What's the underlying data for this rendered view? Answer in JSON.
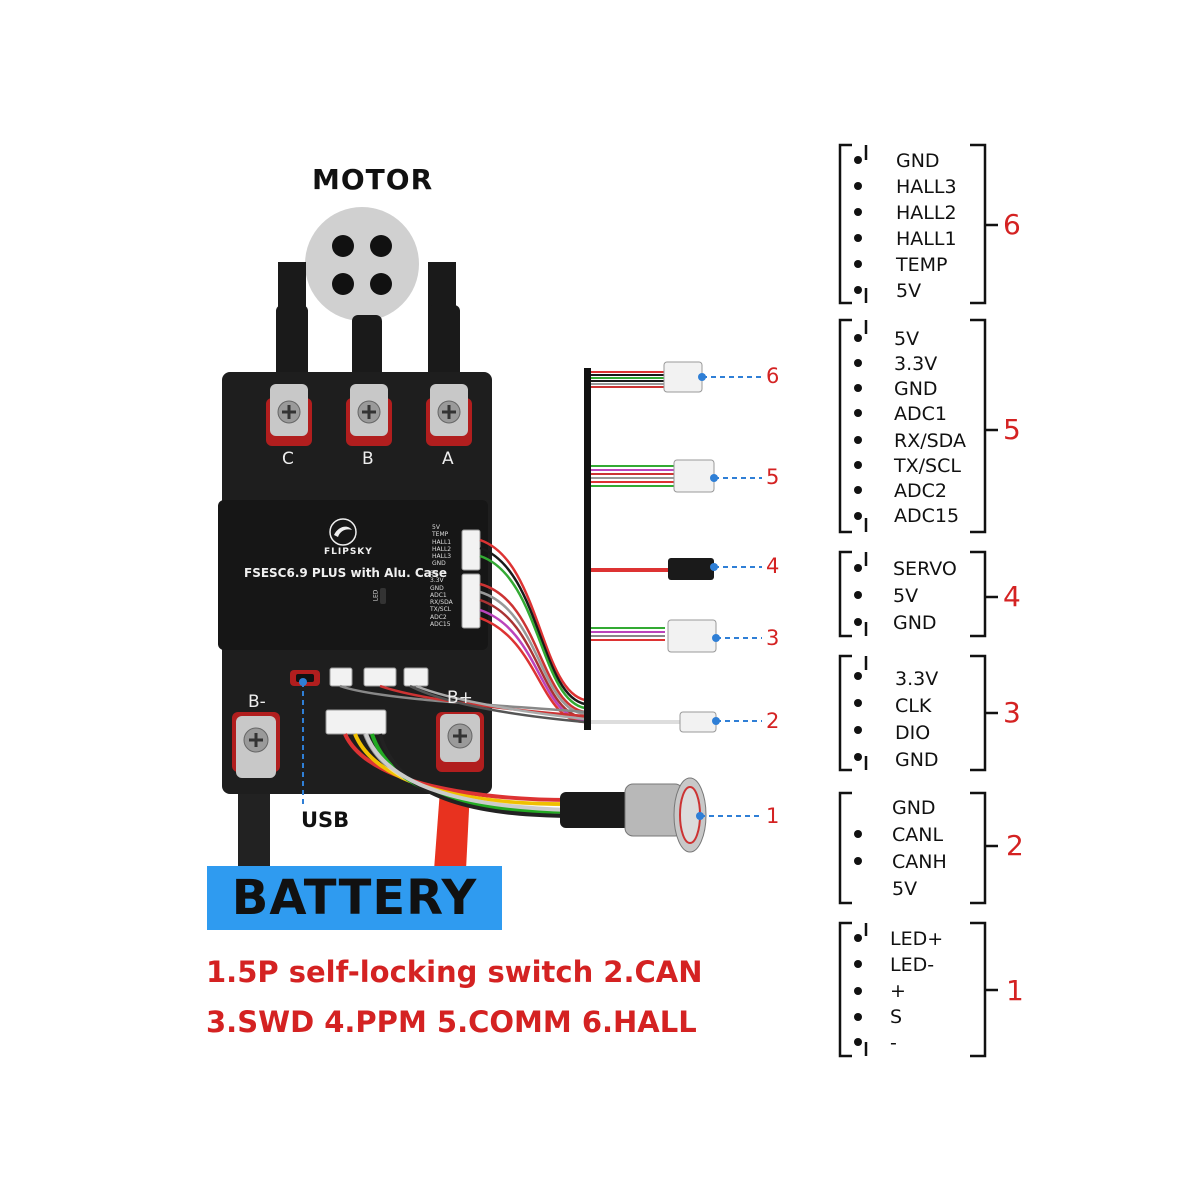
{
  "motor_label": "MOTOR",
  "phase_labels": [
    "C",
    "B",
    "A"
  ],
  "battery_terminals": {
    "negative": "B-",
    "positive": "B+"
  },
  "usb_label": "USB",
  "battery_label": "BATTERY",
  "board": {
    "brand": "FLIPSKY",
    "title": "FSESC6.9 PLUS with Alu. Case",
    "led_mark": "LED",
    "hall_silk": "5V\nTEMP\nHALL1\nHALL2\nHALL3\nGND",
    "comm_silk": "5V\n3.3V\nGND\nADC1\nRX/SDA\nTX/SCL\nADC2\nADC15"
  },
  "legend_lines": [
    "1.5P self-locking switch    2.CAN",
    "3.SWD   4.PPM   5.COMM   6.HALL"
  ],
  "connector_callouts": [
    "6",
    "5",
    "4",
    "3",
    "2",
    "1"
  ],
  "pinout_groups": [
    {
      "number": "6",
      "pins": [
        "GND",
        "HALL3",
        "HALL2",
        "HALL1",
        "TEMP",
        "5V"
      ]
    },
    {
      "number": "5",
      "pins": [
        "5V",
        "3.3V",
        "GND",
        "ADC1",
        "RX/SDA",
        "TX/SCL",
        "ADC2",
        "ADC15"
      ]
    },
    {
      "number": "4",
      "pins": [
        "SERVO",
        "5V",
        "GND"
      ]
    },
    {
      "number": "3",
      "pins": [
        "3.3V",
        "CLK",
        "DIO",
        "GND"
      ]
    },
    {
      "number": "2",
      "pins": [
        "GND",
        "CANL",
        "CANH",
        "5V"
      ]
    },
    {
      "number": "1",
      "pins": [
        "LED+",
        "LED-",
        "+",
        "S",
        "-"
      ]
    }
  ],
  "colors": {
    "accent_red": "#d42222",
    "callout_blue": "#2f7fd6",
    "battery_blue": "#2f9bf0",
    "case_black": "#1e1e1e",
    "motor_gray": "#d0d0d0"
  }
}
